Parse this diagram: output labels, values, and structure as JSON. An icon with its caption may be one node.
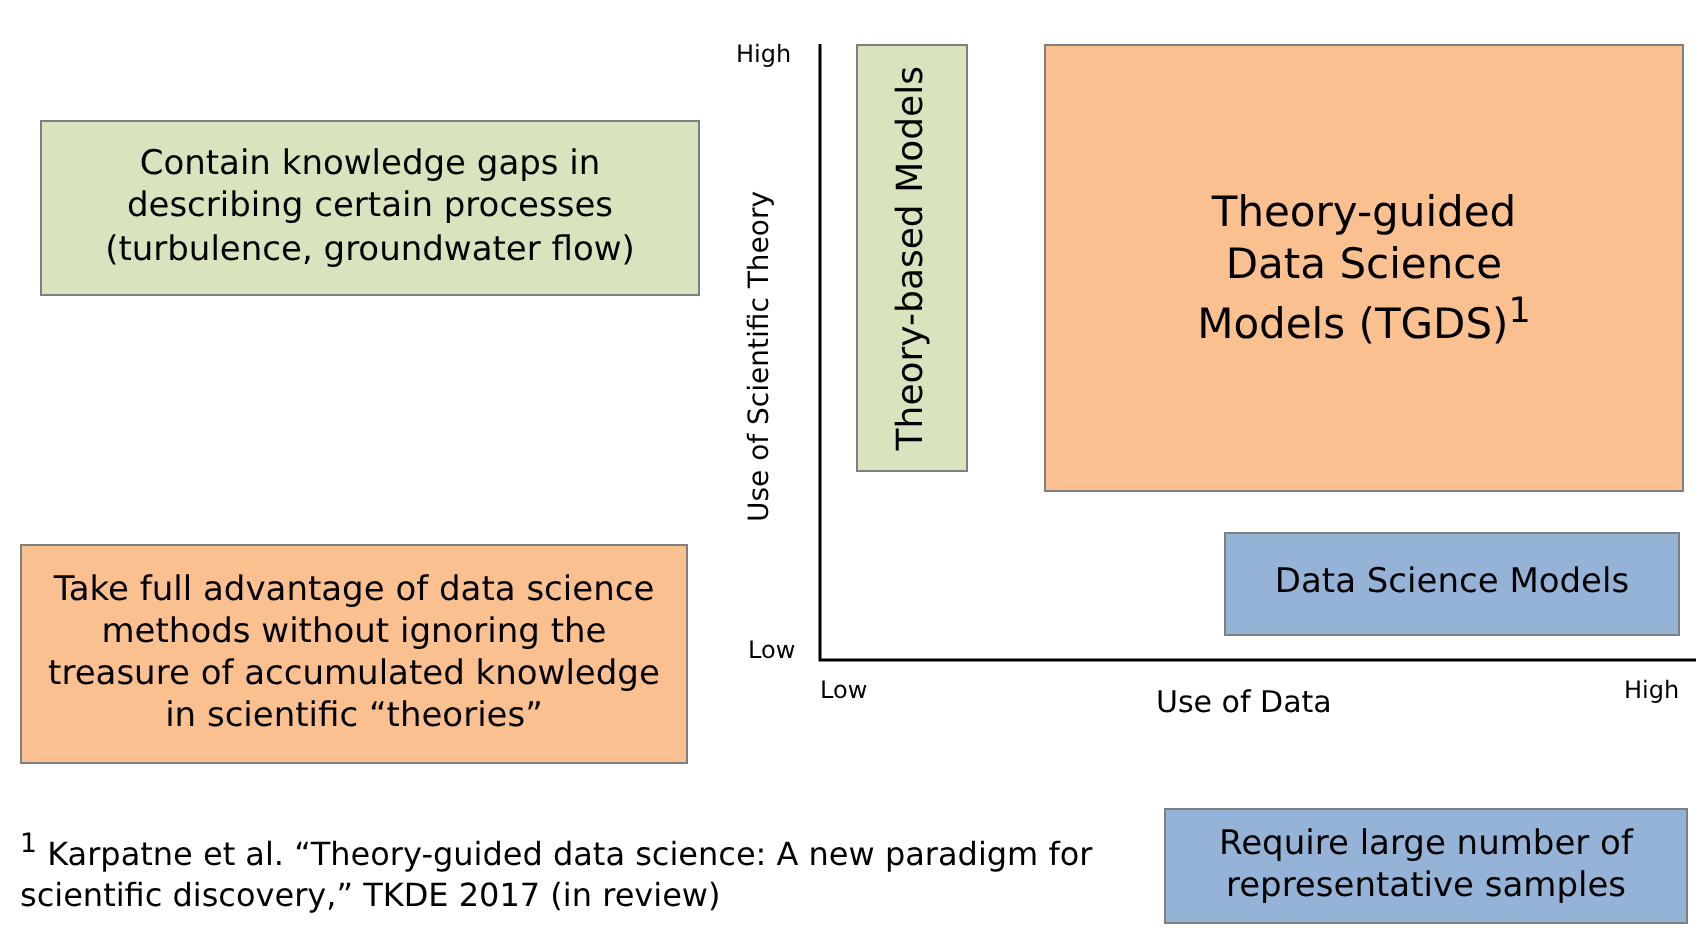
{
  "diagram": {
    "nodes": [
      {
        "text": [
          "Contain knowledge gaps in describing certain processes (turbulence, groundwater flow)"
        ]
      },
      {
        "text": [
          "Theory-based Models"
        ]
      },
      {
        "text": [
          "Theory-guided Data Science Models (TGDS)$^{1}$"
        ]
      },
      {
        "text": [
          "Take full advantage of data science methods without ignoring the treasure of accumulated knowledge in scientific “theories”"
        ]
      },
      {
        "text": [
          "Data Science Models"
        ]
      },
      {
        "text": [
          "Require large number of representative samples"
        ]
      }
    ],
    "edges": [],
    "labels": [
      "High",
      "Use of Scientific Theory",
      "Low",
      "Low",
      "Use of Data",
      "High",
      "$^{1}$ Karpatne et al. “Theory-guided data science: A new paradigm for scientific discovery,” TKDE 2017 (in review)"
    ]
  }
}
